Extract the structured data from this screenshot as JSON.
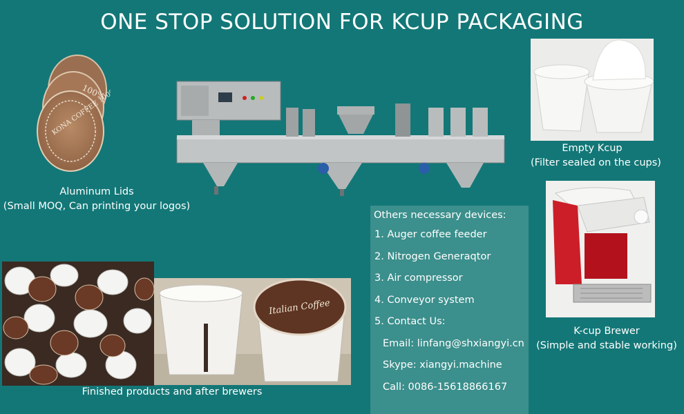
{
  "title": "ONE STOP SOLUTION FOR KCUP PACKAGING",
  "lids_caption": {
    "line1": "Aluminum Lids",
    "line2": "(Small MOQ, Can printing your logos)"
  },
  "kcup_caption": {
    "line1": "Empty Kcup",
    "line2": "(Filter sealed on the cups)"
  },
  "brewer_caption": {
    "line1": "K-cup Brewer",
    "line2": "(Simple and stable working)"
  },
  "finished_caption": "Finished products and after brewers",
  "devices": {
    "heading": "Others necessary devices:",
    "items": [
      "1. Auger coffee feeder",
      "2. Nitrogen Generaqtor",
      "3. Air compressor",
      "4. Conveyor system",
      "5. Contact Us:"
    ],
    "email": "Email: linfang@shxiangyi.cn",
    "skype": "Skype: xiangyi.machine",
    "call": "Call: 0086-15618866167"
  },
  "colors": {
    "background": "#137777",
    "panel": "#3b8f8c",
    "text": "#ffffff"
  },
  "icons": [
    "lids-photo",
    "machine-photo",
    "kcup-photo",
    "brewer-photo",
    "pods-photo",
    "cups-photo"
  ],
  "lid_text": {
    "band": "100%",
    "ring": "KONA COFFEE 100%"
  },
  "pod_brand": "Italian Coffee"
}
